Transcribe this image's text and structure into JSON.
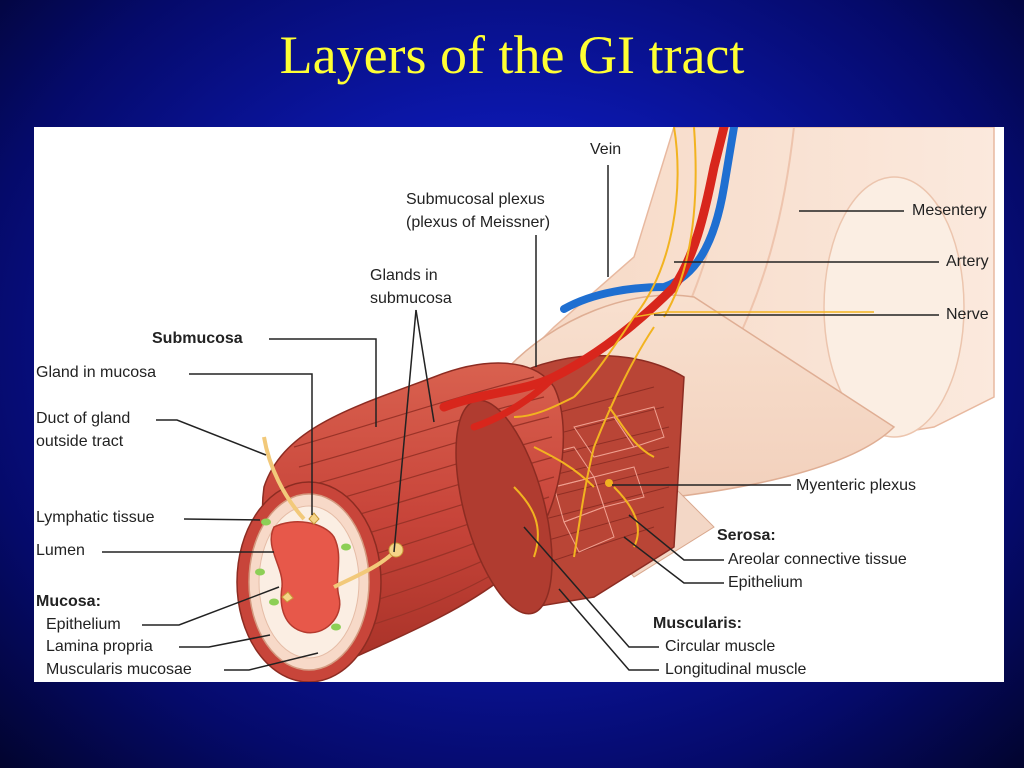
{
  "title": "Layers of the GI tract",
  "labels": {
    "vein": "Vein",
    "submucosal_plexus": "Submucosal plexus",
    "plexus_meissner": "(plexus of Meissner)",
    "glands_in": "Glands in",
    "submucosa_lower": "submucosa",
    "submucosa": "Submucosa",
    "gland_in_mucosa": "Gland in mucosa",
    "duct_of_gland": "Duct of gland",
    "outside_tract": "outside tract",
    "lymphatic_tissue": "Lymphatic tissue",
    "lumen": "Lumen",
    "mucosa": "Mucosa:",
    "epithelium_mucosa": "Epithelium",
    "lamina_propria": "Lamina propria",
    "muscularis_mucosae": "Muscularis mucosae",
    "mesentery": "Mesentery",
    "artery": "Artery",
    "nerve": "Nerve",
    "myenteric_plexus": "Myenteric plexus",
    "serosa": "Serosa:",
    "areolar": "Areolar connective tissue",
    "epithelium_serosa": "Epithelium",
    "muscularis": "Muscularis:",
    "circular_muscle": "Circular muscle",
    "longitudinal_muscle": "Longitudinal muscle"
  },
  "colors": {
    "title": "#ffff33",
    "muscle": "#c8453a",
    "vein": "#1f6fd1",
    "artery": "#d8261c",
    "nerve": "#f2b320"
  }
}
